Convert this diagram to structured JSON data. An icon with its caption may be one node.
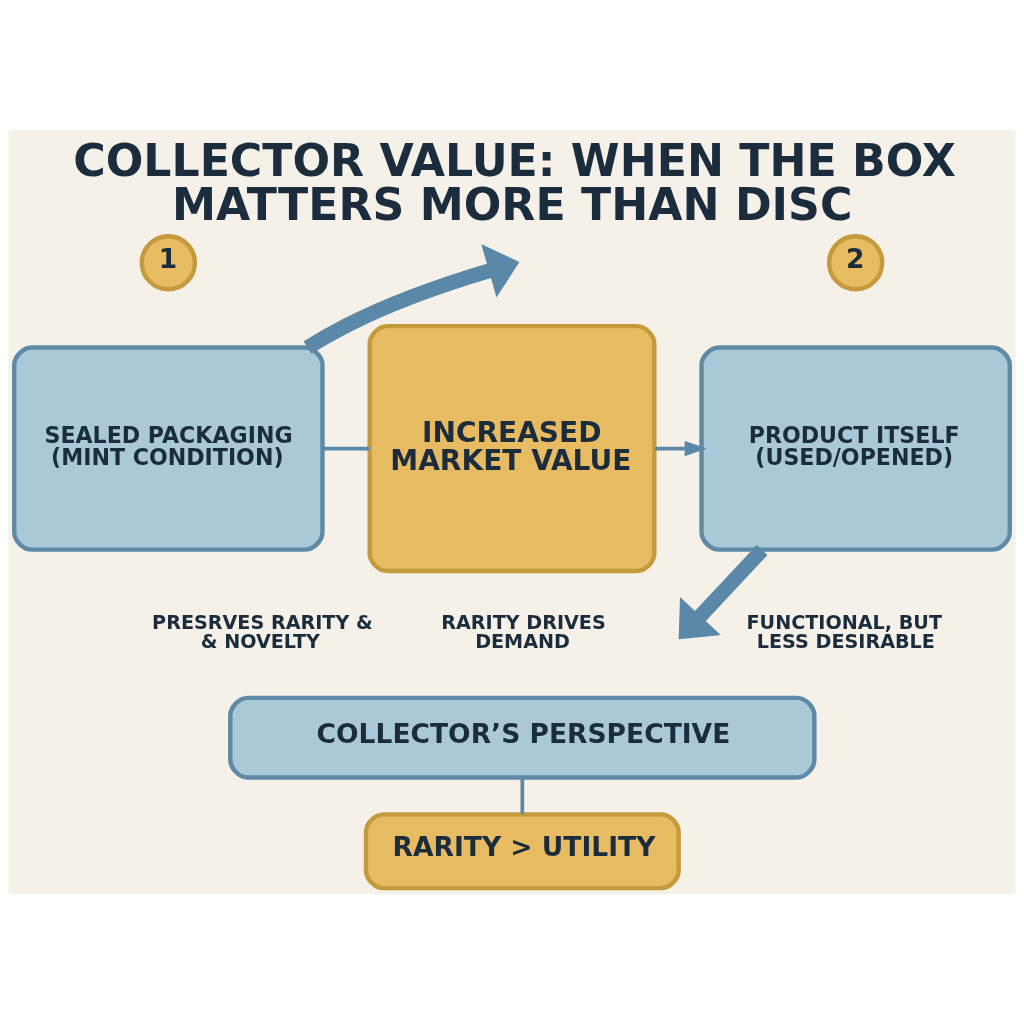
{
  "diagram": {
    "title": "COLLECTOR VALUE: WHEN THE BOX MATTERS MORE THAN DISC",
    "nodes": [
      {
        "text": [
          "1"
        ]
      },
      {
        "text": [
          "SEALED PACKAGING (MINT CONDITION)"
        ],
        "beside": [
          "PRESRVES RARITY & & NOVELTY"
        ]
      },
      {
        "text": [
          "INCREASED MARKET VALUE"
        ],
        "beside": [
          "RARITY DRIVES DEMAND"
        ]
      },
      {
        "text": [
          "2"
        ]
      },
      {
        "text": [
          "PRODUCT ITSELF (USED/OPENED)"
        ],
        "beside": [
          "FUNCTIONAL, BUT LESS DESIRABLE"
        ]
      },
      {
        "text": [
          "COLLECTOR’S PERSPECTIVE"
        ]
      },
      {
        "text": [
          "RARITY > UTILITY"
        ]
      }
    ],
    "edges": [
      {
        "from": 1,
        "to": null,
        "arrow": "to",
        "style": "thick"
      },
      {
        "from": 1,
        "to": 2,
        "arrow": "none"
      },
      {
        "from": 2,
        "to": 4,
        "arrow": "to"
      },
      {
        "from": 4,
        "to": null,
        "arrow": "to",
        "style": "thick"
      },
      {
        "from": 5,
        "to": 6,
        "arrow": "none"
      }
    ]
  }
}
